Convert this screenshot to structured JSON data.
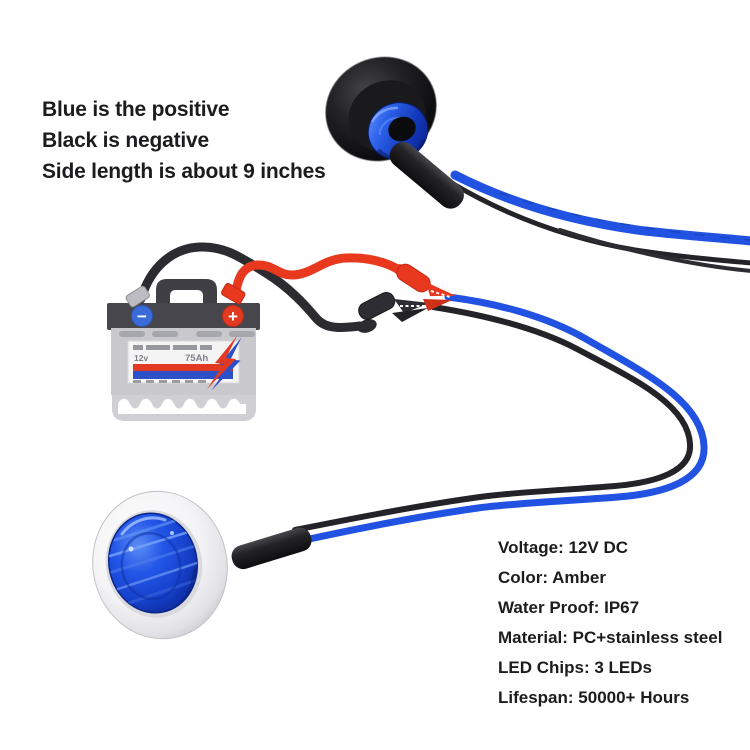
{
  "annotations": {
    "lines": [
      "Blue is the positive",
      "Black is negative",
      "Side length is about 9 inches"
    ]
  },
  "specs": {
    "lines": [
      "Voltage: 12V DC",
      "Color: Amber",
      "Water Proof: IP67",
      "Material: PC+stainless steel",
      "LED Chips: 3 LEDs",
      "Lifespan: 50000+ Hours"
    ]
  },
  "battery": {
    "voltage": "12v",
    "capacity": "75Ah",
    "positive_symbol": "+",
    "negative_symbol": "−"
  },
  "colors": {
    "wire_blue": "#2152e2",
    "wire_black": "#242428",
    "cable_red": "#e8391f",
    "cable_black": "#2b2b30",
    "lens_blue": "#1b4ae0",
    "bezel_white": "#f2f2f3",
    "battery_body_gray": "#c9c9cd",
    "battery_band_dark": "#46464c",
    "terminal_negative_blue": "#3a6bd8",
    "terminal_positive_red": "#e23a22",
    "text_color": "#1c1c1e"
  }
}
